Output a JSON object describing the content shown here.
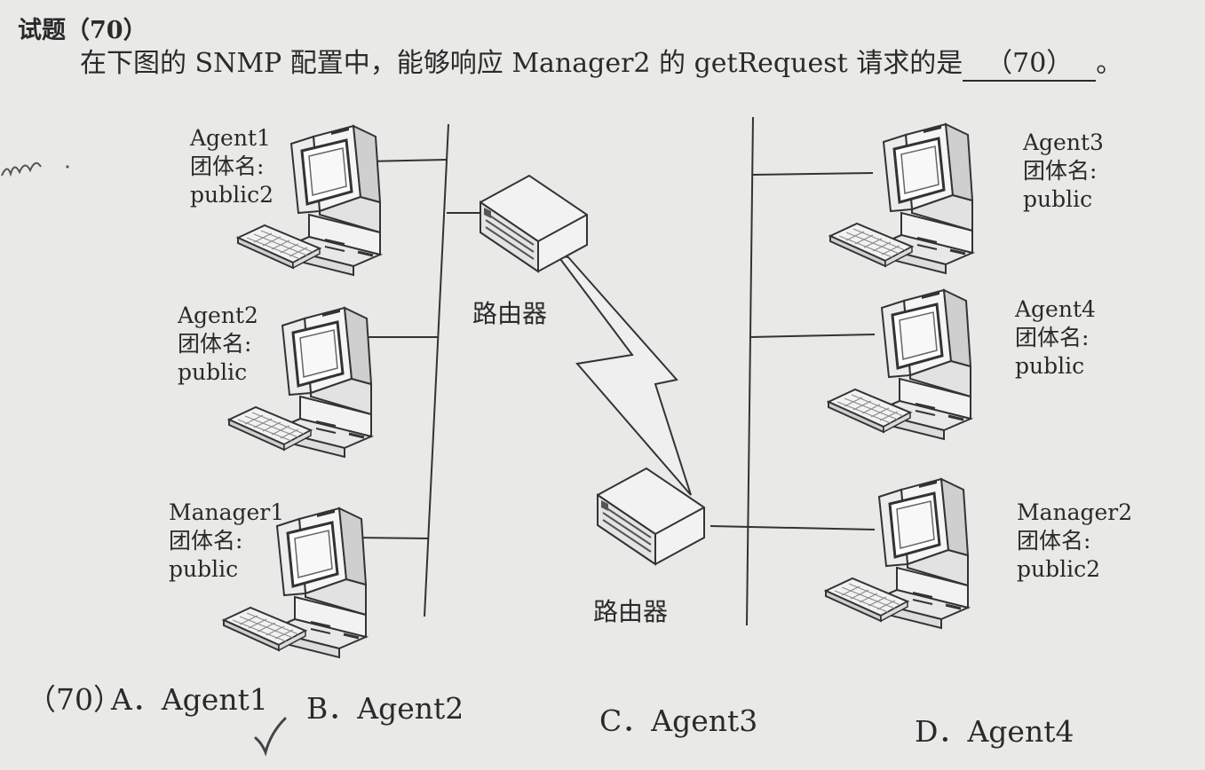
{
  "question": {
    "heading": "试题（70）",
    "stem_text": "在下图的 SNMP 配置中，能够响应 Manager2 的 getRequest 请求的是",
    "blank": "（70）",
    "end_mark": "。"
  },
  "diagram": {
    "hosts": [
      {
        "name": "Agent1",
        "community_label": "团体名:",
        "community": "public2"
      },
      {
        "name": "Agent2",
        "community_label": "团体名:",
        "community": "public"
      },
      {
        "name": "Manager1",
        "community_label": "团体名:",
        "community": "public"
      },
      {
        "name": "Agent3",
        "community_label": "团体名:",
        "community": "public"
      },
      {
        "name": "Agent4",
        "community_label": "团体名:",
        "community": "public"
      },
      {
        "name": "Manager2",
        "community_label": "团体名:",
        "community": "public2"
      }
    ],
    "routers": [
      {
        "label": "路由器"
      },
      {
        "label": "路由器"
      }
    ]
  },
  "options": {
    "number": "（70）",
    "items": [
      {
        "letter": "A．",
        "text": "Agent1"
      },
      {
        "letter": "B．",
        "text": "Agent2"
      },
      {
        "letter": "C．",
        "text": "Agent3"
      },
      {
        "letter": "D．",
        "text": "Agent4"
      }
    ]
  },
  "icons": {
    "computer": "desktop-computer-icon",
    "router": "router-icon",
    "wan_link": "lightning-link-icon",
    "check": "check-mark-icon"
  }
}
